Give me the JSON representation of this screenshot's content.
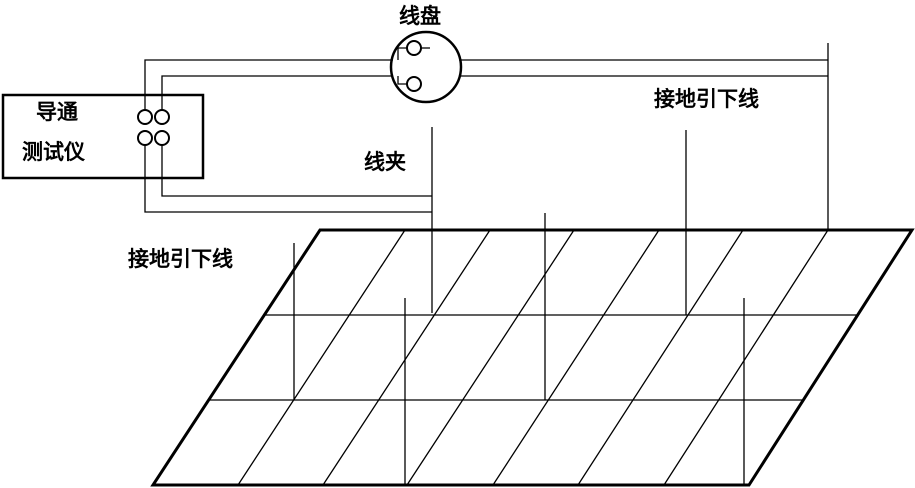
{
  "labels": {
    "reel": "线盘",
    "tester_line1": "导通",
    "tester_line2": "测试仪",
    "clamp": "线夹",
    "down_conductor_right": "接地引下线",
    "down_conductor_left": "接地引下线"
  }
}
